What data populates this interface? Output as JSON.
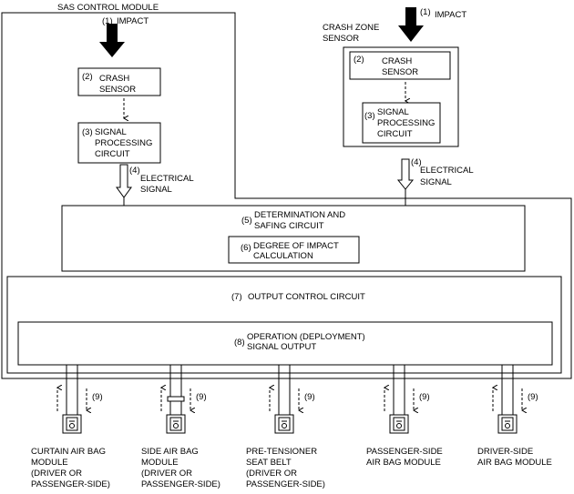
{
  "sas_module": {
    "title": "SAS CONTROL MODULE"
  },
  "impact_left": {
    "num": "(1)",
    "label": "IMPACT"
  },
  "impact_right": {
    "num": "(1)",
    "label": "IMPACT"
  },
  "crash_zone": {
    "line1": "CRASH ZONE",
    "line2": "SENSOR"
  },
  "crash_sensor_left": {
    "num": "(2)",
    "line1": "CRASH",
    "line2": "SENSOR"
  },
  "crash_sensor_right": {
    "num": "(2)",
    "line1": "CRASH",
    "line2": "SENSOR"
  },
  "signal_proc_left": {
    "num": "(3)",
    "line1": "SIGNAL",
    "line2": "PROCESSING",
    "line3": "CIRCUIT"
  },
  "signal_proc_right": {
    "num": "(3)",
    "line1": "SIGNAL",
    "line2": "PROCESSING",
    "line3": "CIRCUIT"
  },
  "elec_left": {
    "num": "(4)",
    "line1": "ELECTRICAL",
    "line2": "SIGNAL"
  },
  "elec_right": {
    "num": "(4)",
    "line1": "ELECTRICAL",
    "line2": "SIGNAL"
  },
  "determination": {
    "num": "(5)",
    "line1": "DETERMINATION AND",
    "line2": "SAFING CIRCUIT"
  },
  "degree": {
    "num": "(6)",
    "line1": "DEGREE OF IMPACT",
    "line2": "CALCULATION"
  },
  "output_control": {
    "num": "(7)",
    "label": "OUTPUT CONTROL CIRCUIT"
  },
  "operation": {
    "num": "(8)",
    "line1": "OPERATION (DEPLOYMENT)",
    "line2": "SIGNAL OUTPUT"
  },
  "signal_num": "(9)",
  "outputs": [
    {
      "lines": [
        "CURTAIN AIR BAG",
        "MODULE",
        "(DRIVER OR",
        "PASSENGER-SIDE)"
      ]
    },
    {
      "lines": [
        "SIDE AIR BAG",
        "MODULE",
        "(DRIVER OR",
        "PASSENGER-SIDE)"
      ]
    },
    {
      "lines": [
        "PRE-TENSIONER",
        "SEAT BELT",
        "(DRIVER OR",
        "PASSENGER-SIDE)"
      ]
    },
    {
      "lines": [
        "PASSENGER-SIDE",
        "AIR BAG MODULE"
      ]
    },
    {
      "lines": [
        "DRIVER-SIDE",
        "AIR BAG MODULE"
      ]
    }
  ]
}
